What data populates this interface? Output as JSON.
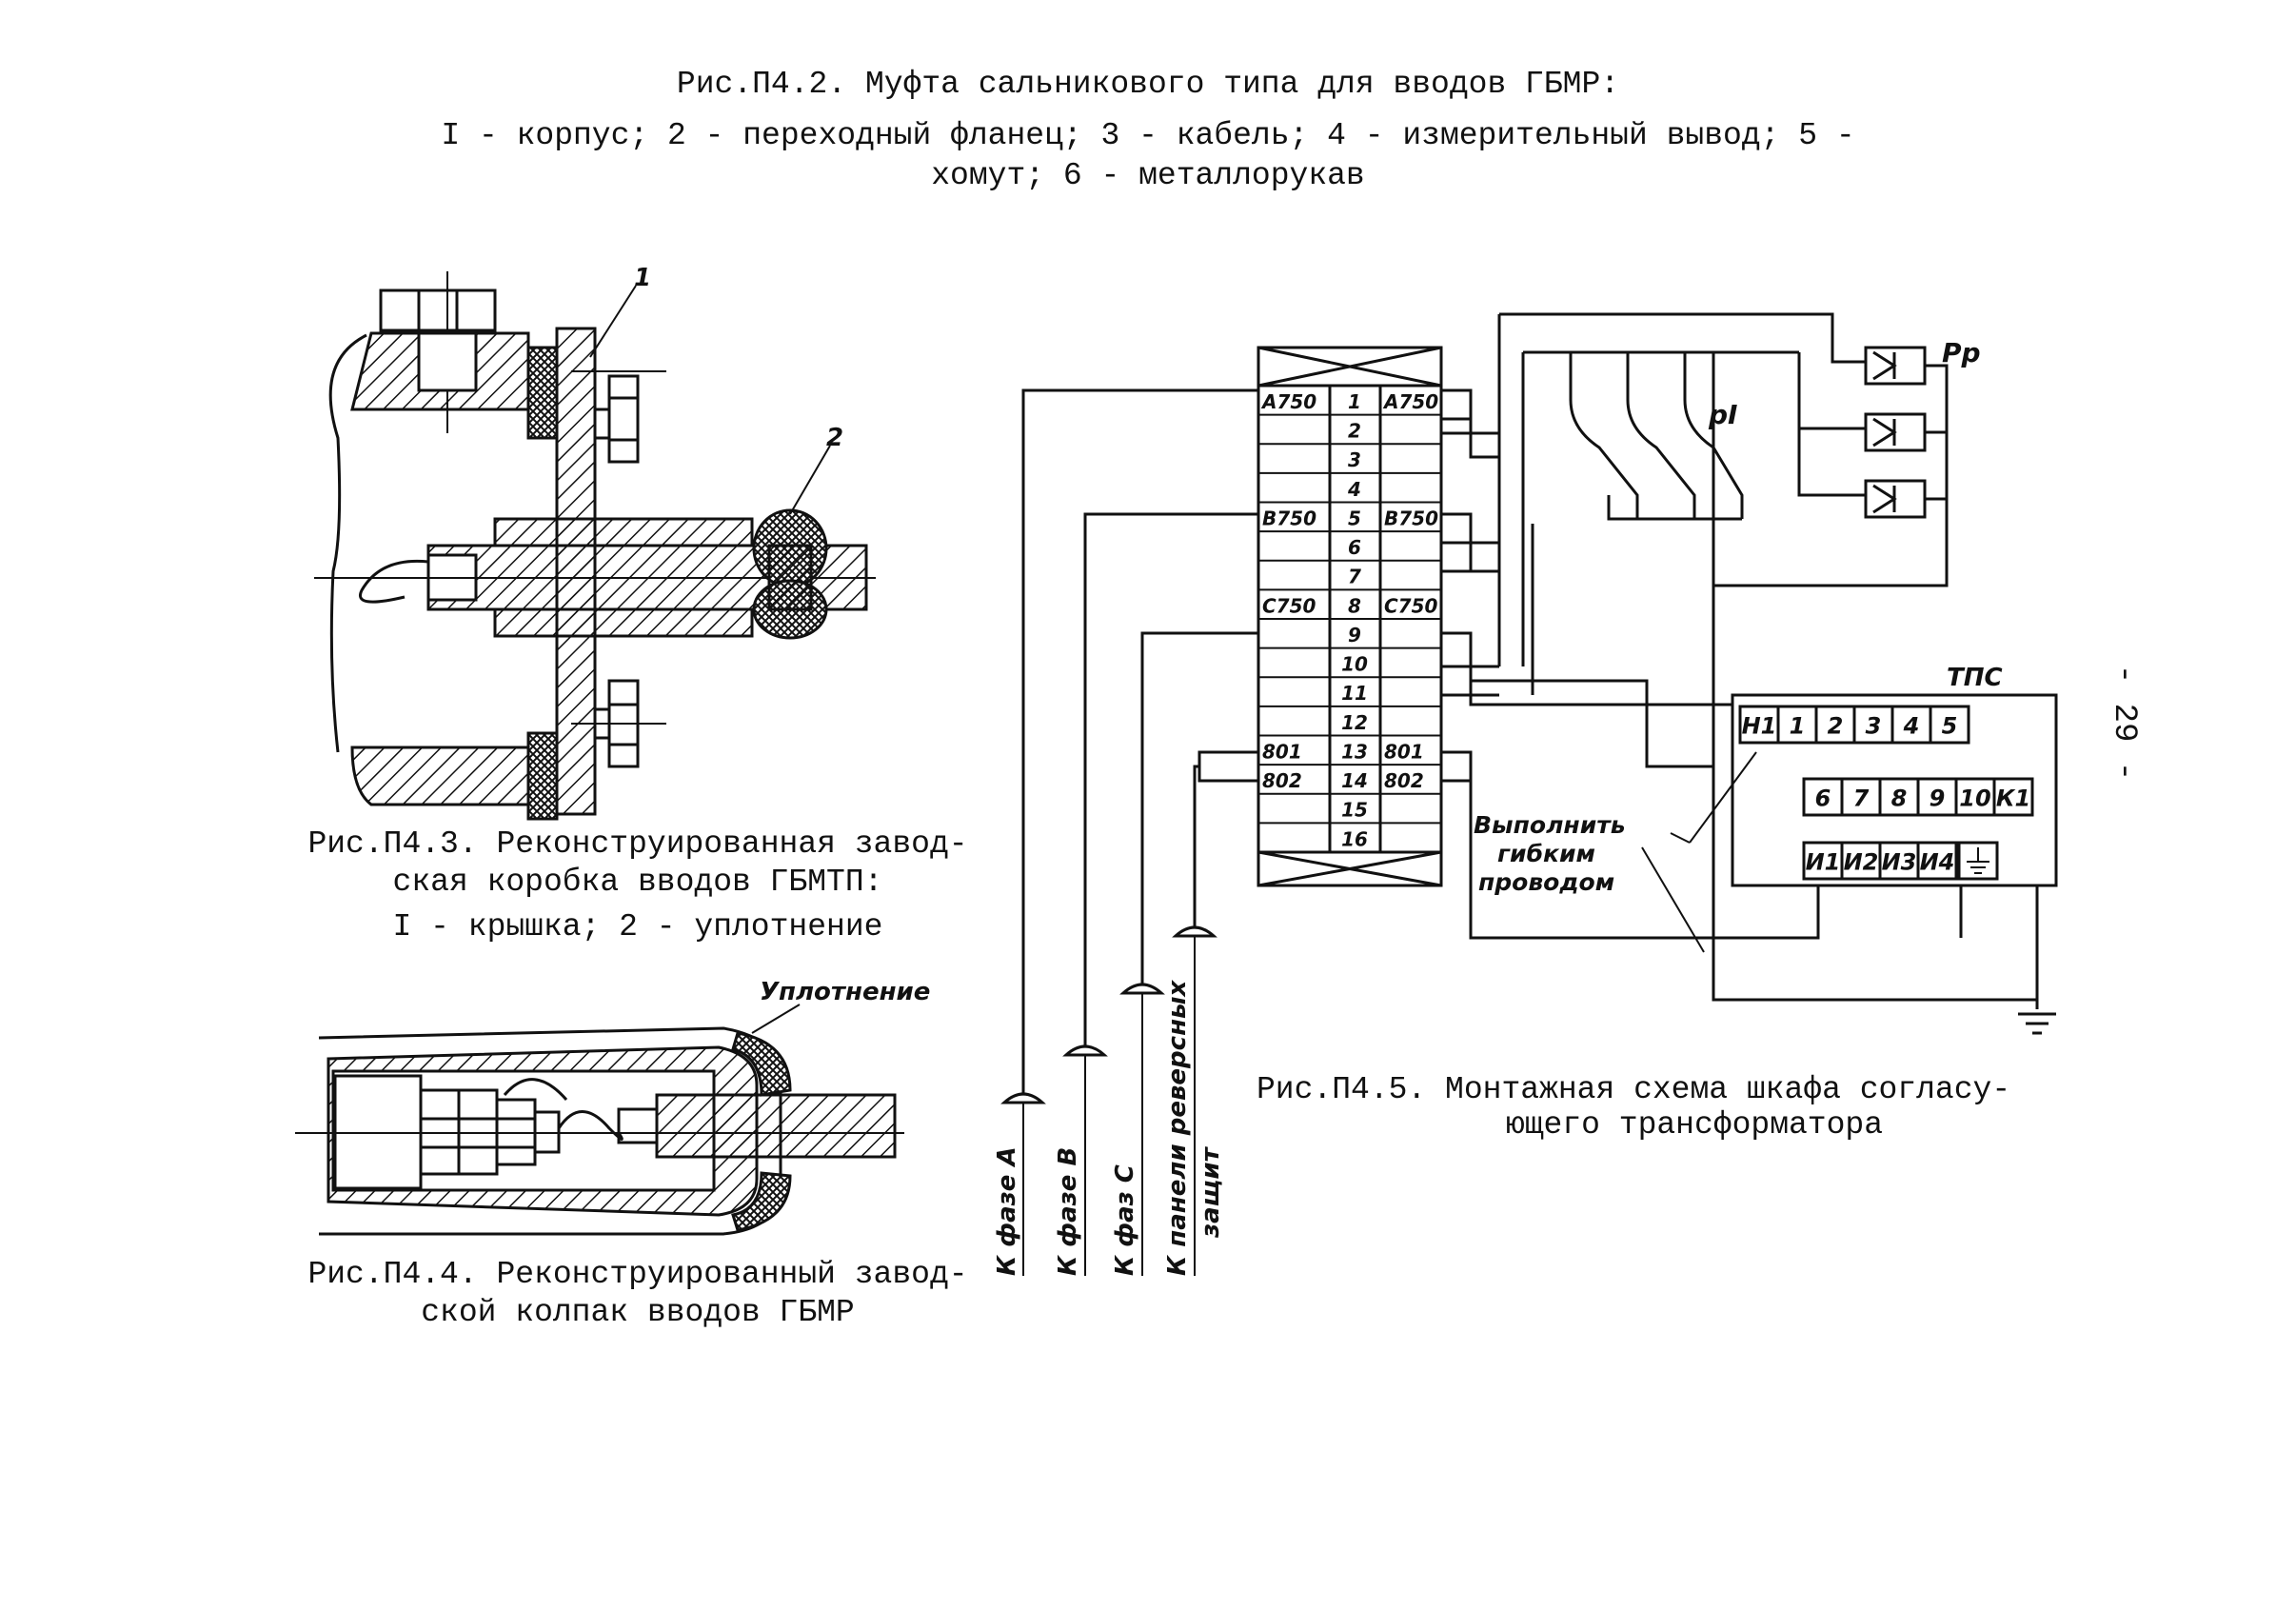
{
  "header": {
    "fig2_title": "Рис.П4.2. Муфта сальникового типа для вводов ГБМР:",
    "fig2_line2": "I - корпус; 2 - переходный фланец; 3 - кабель; 4 - измерительный вывод; 5 -",
    "fig2_line3": "хомут; 6 - металлорукав"
  },
  "fig3": {
    "caption_line1": "Рис.П4.3. Реконструированная завод-",
    "caption_line2": "ская коробка вводов ГБМТП:",
    "caption_line3": "I - крышка; 2 - уплотнение",
    "callout_1": "1",
    "callout_2": "2"
  },
  "fig4": {
    "label_seal": "Уплотнение",
    "caption_line1": "Рис.П4.4. Реконструированный завод-",
    "caption_line2": "ской колпак вводов ГБМР"
  },
  "fig5": {
    "caption_line1": "Рис.П4.5. Монтажная схема шкафа согласу-",
    "caption_line2": "ющего трансформатора",
    "terminal_left": [
      "A750",
      "",
      "",
      "",
      "B750",
      "",
      "",
      "C750",
      "",
      "",
      "",
      "",
      "801",
      "802",
      "",
      ""
    ],
    "terminal_mid": [
      "1",
      "2",
      "3",
      "4",
      "5",
      "6",
      "7",
      "8",
      "9",
      "10",
      "11",
      "12",
      "13",
      "14",
      "15",
      "16"
    ],
    "terminal_right": [
      "A750",
      "",
      "",
      "",
      "B750",
      "",
      "",
      "C750",
      "",
      "",
      "",
      "",
      "801",
      "802",
      "",
      ""
    ],
    "label_pr": "Рр",
    "label_pi": "рI",
    "label_tps": "ТПС",
    "tps_row1": [
      "Н1",
      "1",
      "2",
      "3",
      "4",
      "5"
    ],
    "tps_row2": [
      "6",
      "7",
      "8",
      "9",
      "10",
      "К1"
    ],
    "tps_row3": [
      "И1",
      "И2",
      "И3",
      "И4"
    ],
    "note_line1": "Выполнить",
    "note_line2": "гибким",
    "note_line3": "проводом",
    "wire_labels": [
      "К фазе А",
      "К фазе В",
      "К фаз С",
      "К панели реверсных",
      "защит"
    ]
  },
  "page_number": "- 29 -"
}
